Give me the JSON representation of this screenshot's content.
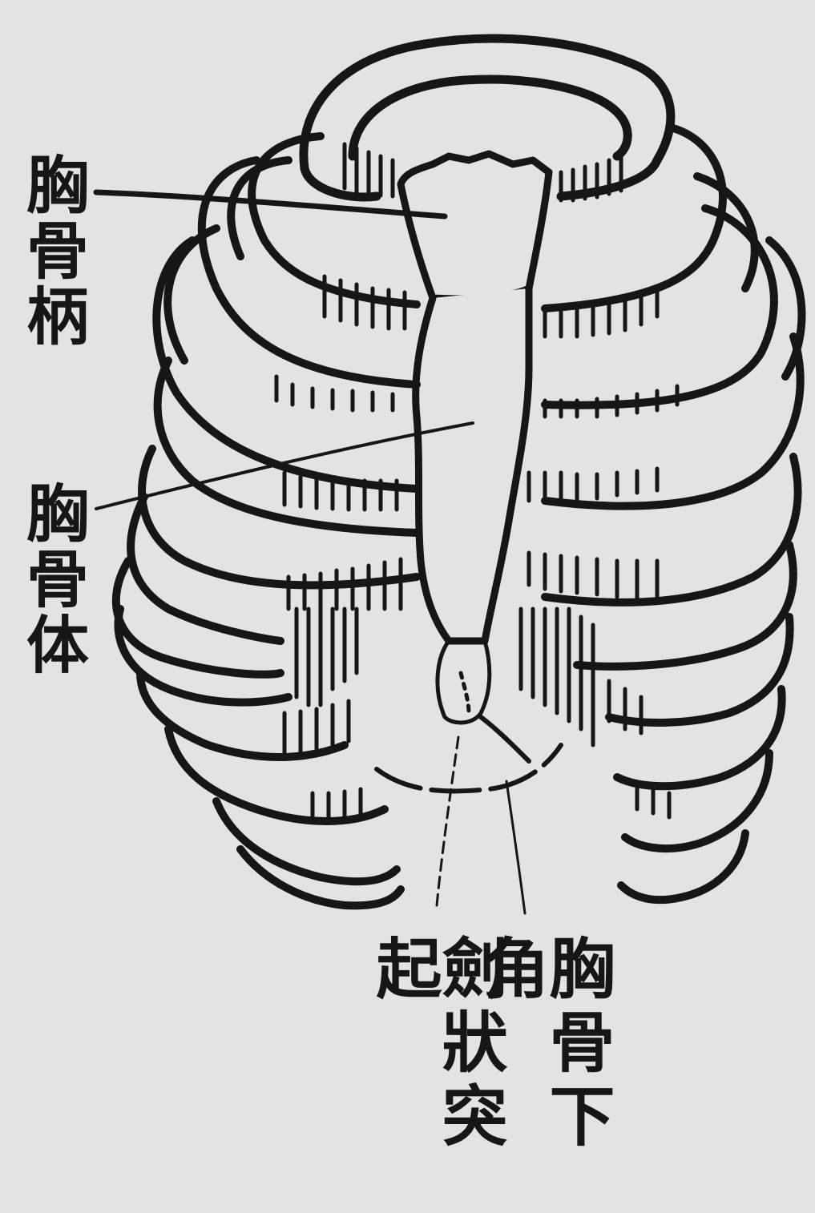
{
  "figure": {
    "labels": {
      "manubrium": "胸骨柄",
      "sternum_body": "胸骨体",
      "xiphoid_process": "劍狀突起",
      "infrasternal_angle": "胸骨下角"
    }
  }
}
